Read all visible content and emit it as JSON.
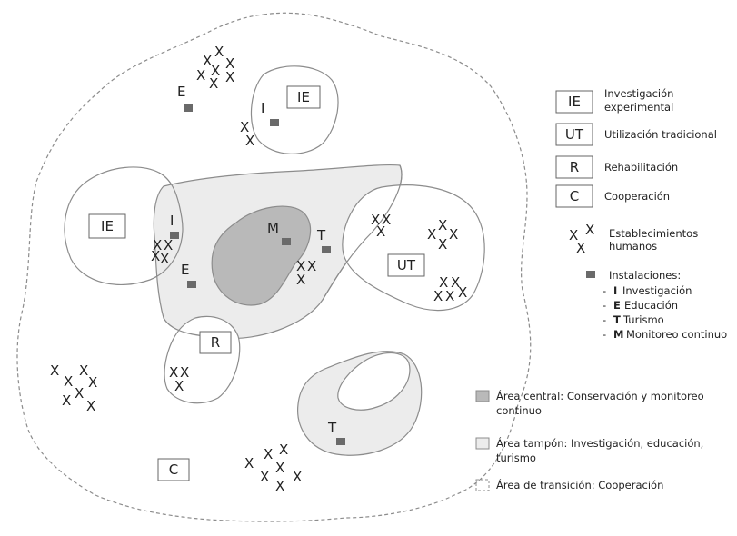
{
  "zones": {
    "transition_label": "C",
    "experimental_label": "IE",
    "traditional_label": "UT",
    "rehab_label": "R"
  },
  "facilities": {
    "research": "I",
    "education": "E",
    "tourism": "T",
    "monitoring": "M"
  },
  "settlement_mark": "X",
  "legend": {
    "codes": [
      {
        "code": "IE",
        "text_lines": [
          "Investigación",
          "experimental"
        ]
      },
      {
        "code": "UT",
        "text_lines": [
          "Utilización tradicional"
        ]
      },
      {
        "code": "R",
        "text_lines": [
          "Rehabilitación"
        ]
      },
      {
        "code": "C",
        "text_lines": [
          "Cooperación"
        ]
      }
    ],
    "settlements": [
      "Establecimientos",
      "humanos"
    ],
    "installations": {
      "title": "Instalaciones:",
      "items": [
        {
          "dash": "-",
          "letter": "I",
          "text": "Investigación"
        },
        {
          "dash": "-",
          "letter": "E",
          "text": "Educación"
        },
        {
          "dash": "-",
          "letter": "T",
          "text": "Turismo"
        },
        {
          "dash": "-",
          "letter": "M",
          "text": "Monitoreo continuo"
        }
      ]
    },
    "areas": [
      {
        "lines": [
          "Área central: Conservación y monitoreo",
          "continuo"
        ]
      },
      {
        "lines": [
          "Área tampón: Investigación, educación,",
          "turismo"
        ]
      },
      {
        "lines": [
          "Área de transición: Cooperación"
        ]
      }
    ]
  },
  "colors": {
    "core": "#b9b9b9",
    "buffer": "#ececec",
    "facility": "#6a6a6a",
    "outline": "#8c8c8c"
  }
}
